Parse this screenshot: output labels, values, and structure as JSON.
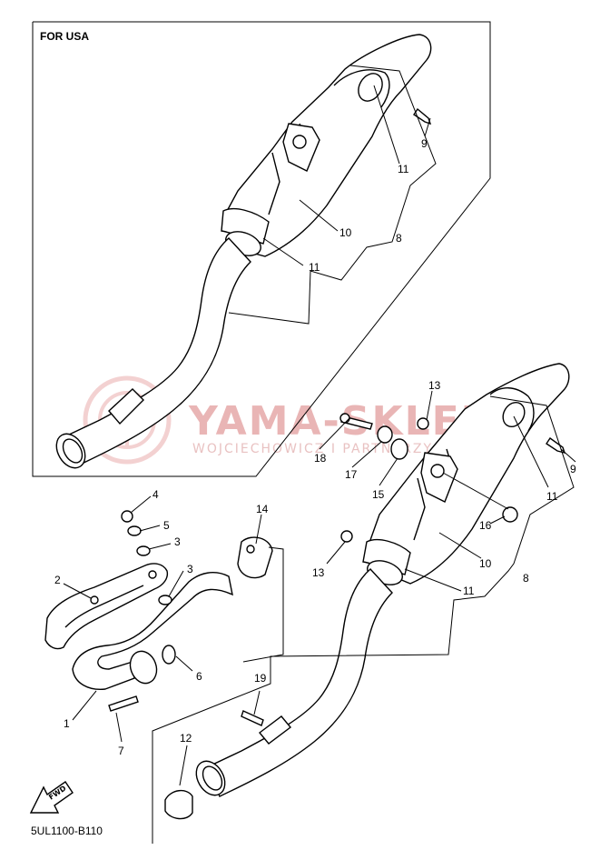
{
  "inset_title": "FOR USA",
  "diagram_code": "5UL1100-B110",
  "watermark": {
    "main": "YAMA-SKLEP",
    "sub": "WOJCIECHOWICZ I PARTNERZY YAMAHA"
  },
  "fwd_label": "FWD",
  "callouts": {
    "usa_9": "9",
    "usa_11a": "11",
    "usa_10": "10",
    "usa_8": "8",
    "usa_11b": "11",
    "n13a": "13",
    "n18": "18",
    "n17": "17",
    "n15": "15",
    "n16": "16",
    "n9": "9",
    "n11a": "11",
    "n10": "10",
    "n8": "8",
    "n11b": "11",
    "n13b": "13",
    "n4": "4",
    "n5": "5",
    "n3a": "3",
    "n3b": "3",
    "n2": "2",
    "n14": "14",
    "n6": "6",
    "n1": "1",
    "n7": "7",
    "n19": "19",
    "n12": "12"
  },
  "colors": {
    "line": "#000000",
    "watermark": "#e9b5b5"
  }
}
